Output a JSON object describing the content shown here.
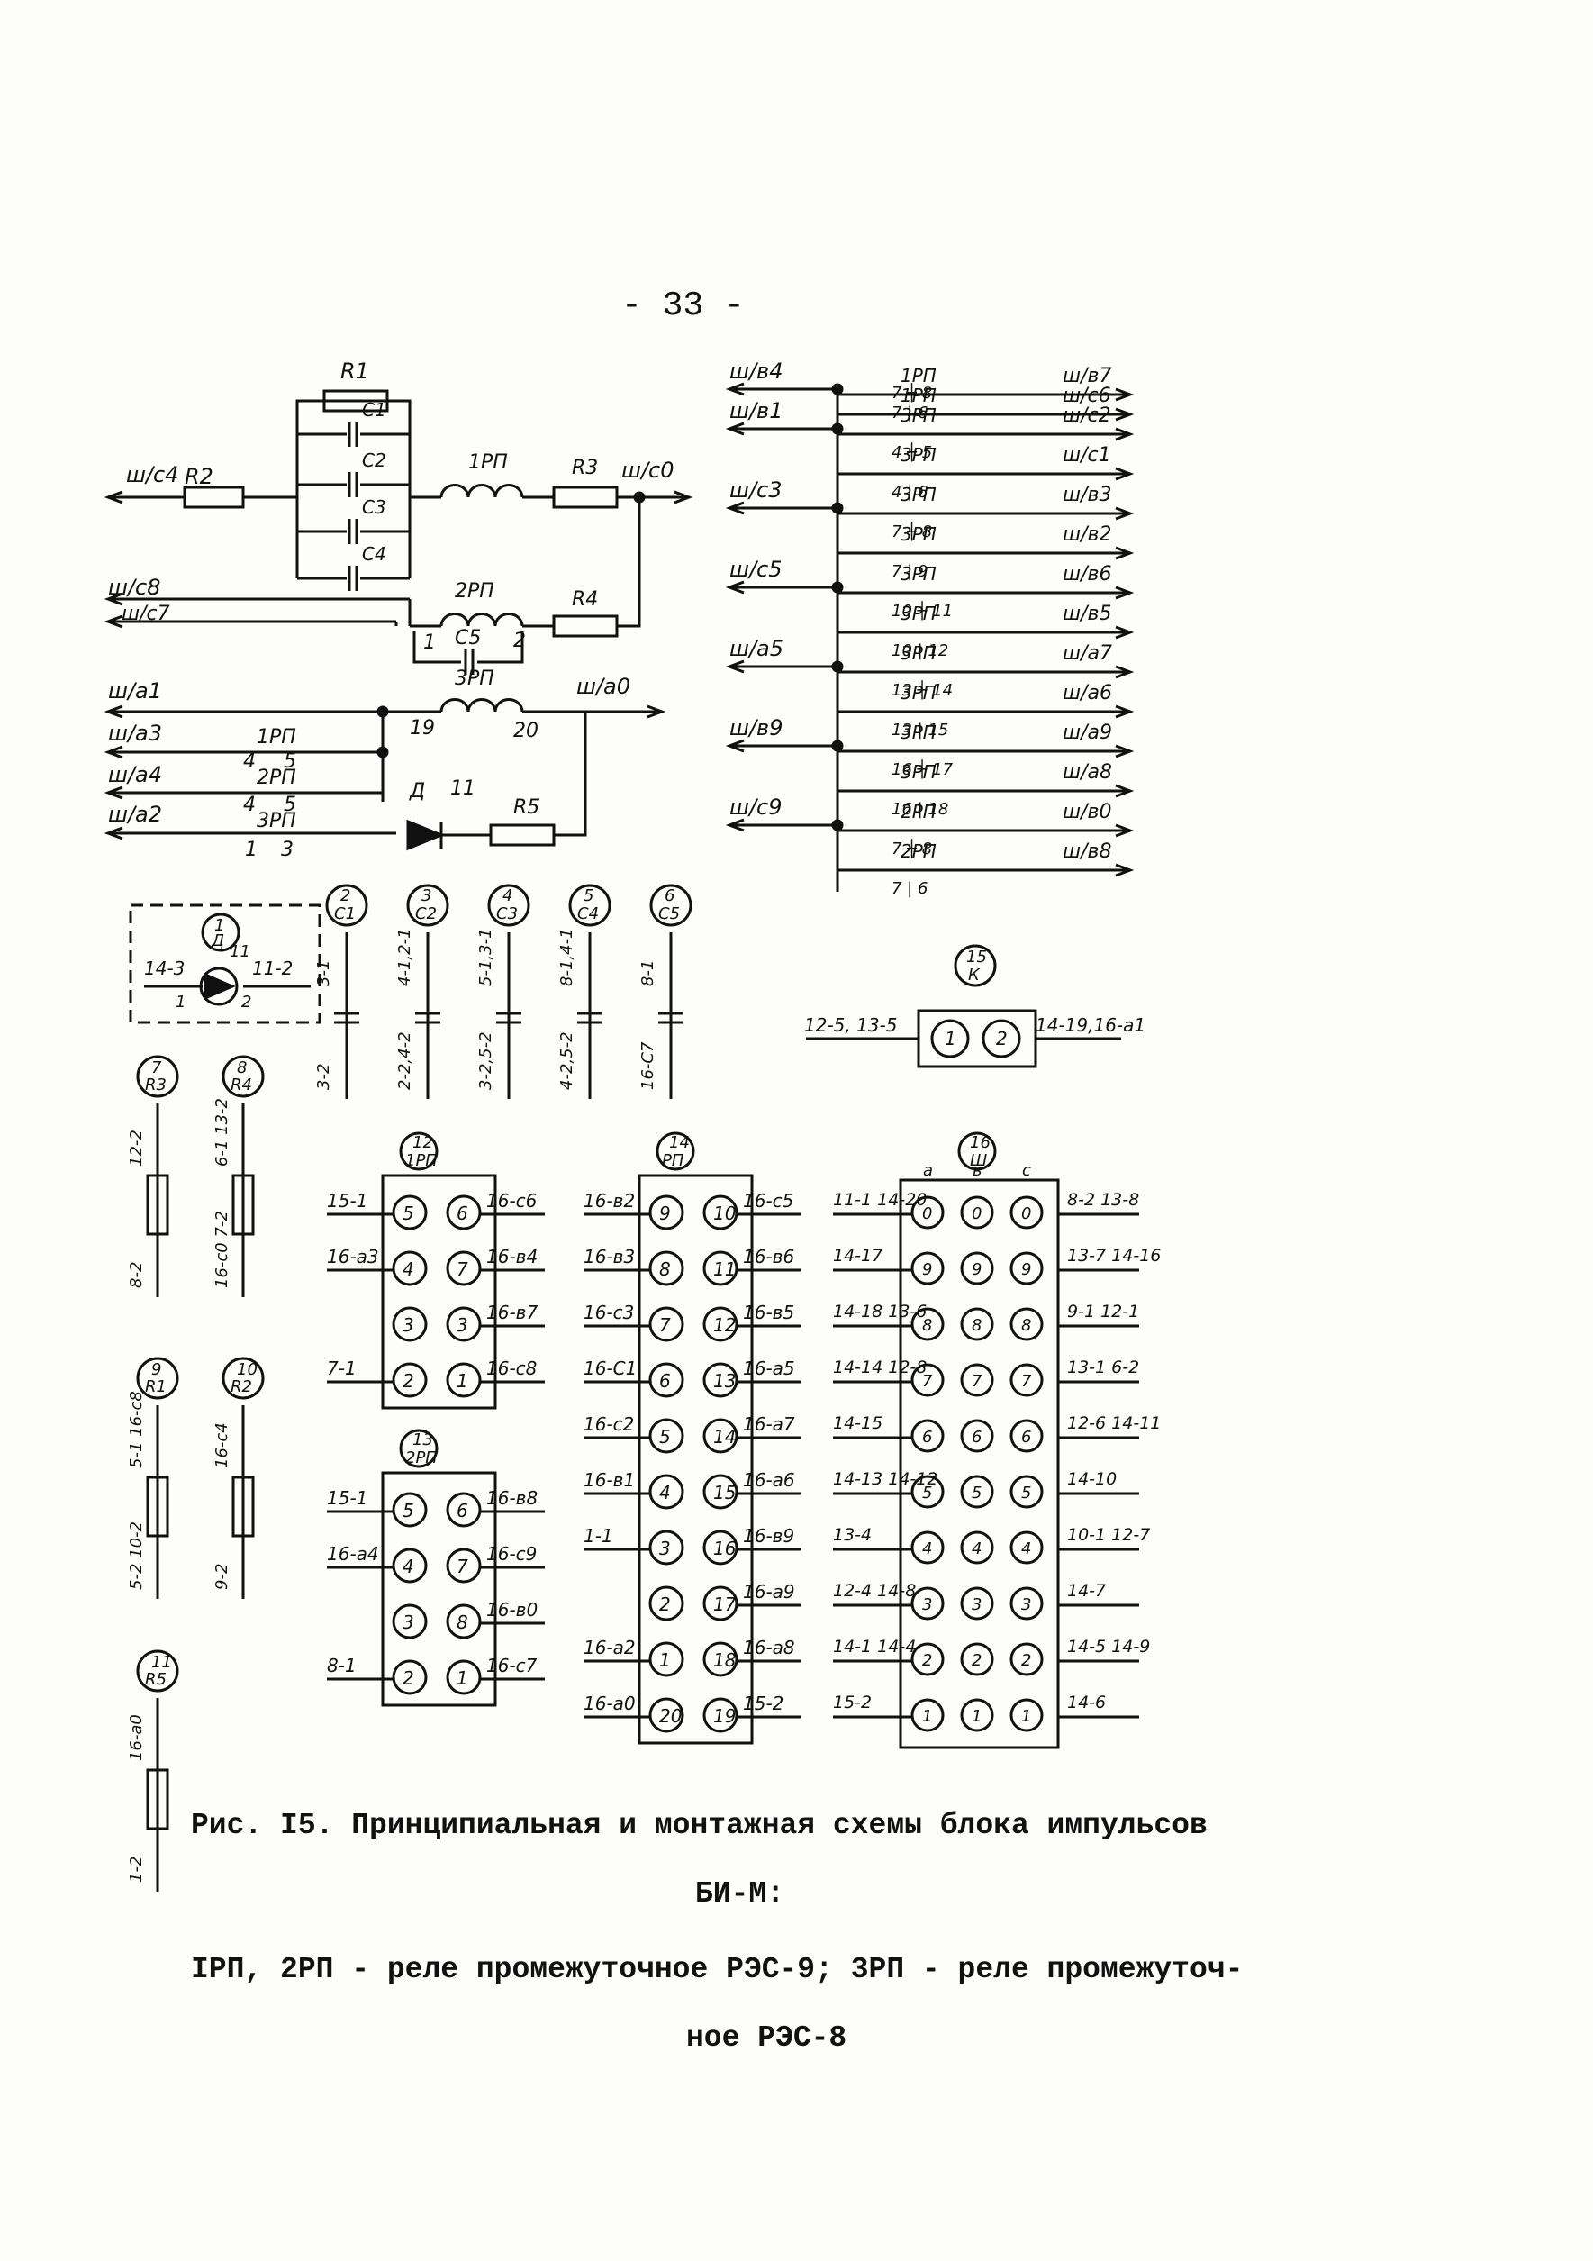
{
  "page_number": "- 33 -",
  "caption": {
    "line1": "Рис. I5. Принципиальная и монтажная схемы блока импульсов",
    "line2": "БИ-М:",
    "line3": "IРП, 2РП - реле промежуточное РЭС-9; 3РП - реле промежуточ-",
    "line4": "ное РЭС-8"
  },
  "schematic": {
    "R1": "R1",
    "R2": "R2",
    "R3": "R3",
    "R4": "R4",
    "R5": "R5",
    "C1": "C1",
    "C2": "C2",
    "C3": "C3",
    "C4": "C4",
    "C5": "C5",
    "rp1": "1РП",
    "rp2": "2РП",
    "rp3": "3РП",
    "w_c4": "ш/c4",
    "w_c0": "ш/c0",
    "w_c8": "ш/c8",
    "w_c7": "ш/c7",
    "w_a1": "ш/a1",
    "w_a0": "ш/a0",
    "w_a3": "ш/a3",
    "w_a4": "ш/a4",
    "w_a2": "ш/a2",
    "pin1": "1",
    "pin2": "2",
    "pin19": "19",
    "pin20": "20",
    "diode": "Д",
    "diode_n": "11",
    "k45": "4",
    "k5": "5",
    "k13": "1",
    "k3": "3",
    "rp1_c": "1РП",
    "rp2_c": "2РП",
    "rp3_c": "3РП"
  },
  "contacts": [
    {
      "left": "ш/в4",
      "rp": "1РП",
      "pins": "7 ┼ 8",
      "right": "ш/в7"
    },
    {
      "left": "",
      "rp": "1РП",
      "pins": "7 | 6",
      "right": "ш/с6"
    },
    {
      "left": "ш/в1",
      "rp": "3РП",
      "pins": "",
      "right": "ш/с2"
    },
    {
      "left": "",
      "rp": "",
      "pins": "4 ┼ 5",
      "right": ""
    },
    {
      "left": "",
      "rp": "3РП",
      "pins": "",
      "right": "ш/с1"
    },
    {
      "left": "",
      "rp": "",
      "pins": "4 | 6",
      "right": ""
    },
    {
      "left": "ш/с3",
      "rp": "3РП",
      "pins": "",
      "right": "ш/в3"
    },
    {
      "left": "",
      "rp": "",
      "pins": "7 ┼ 8",
      "right": ""
    },
    {
      "left": "",
      "rp": "3РП",
      "pins": "",
      "right": "ш/в2"
    },
    {
      "left": "",
      "rp": "",
      "pins": "7 | 9",
      "right": ""
    },
    {
      "left": "ш/с5",
      "rp": "3РП",
      "pins": "",
      "right": "ш/в6"
    },
    {
      "left": "",
      "rp": "",
      "pins": "10 ┼ 11",
      "right": ""
    },
    {
      "left": "",
      "rp": "3РП",
      "pins": "",
      "right": "ш/в5"
    },
    {
      "left": "",
      "rp": "",
      "pins": "10 | 12",
      "right": ""
    },
    {
      "left": "ш/а5",
      "rp": "3РП",
      "pins": "",
      "right": "ш/а7"
    },
    {
      "left": "",
      "rp": "",
      "pins": "13 ┼ 14",
      "right": ""
    },
    {
      "left": "",
      "rp": "3РП",
      "pins": "",
      "right": "ш/а6"
    },
    {
      "left": "",
      "rp": "",
      "pins": "13 | 15",
      "right": ""
    },
    {
      "left": "ш/в9",
      "rp": "3РП",
      "pins": "",
      "right": "ш/а9"
    },
    {
      "left": "",
      "rp": "",
      "pins": "16 ┼ 17",
      "right": ""
    },
    {
      "left": "",
      "rp": "3РП",
      "pins": "",
      "right": "ш/а8"
    },
    {
      "left": "",
      "rp": "",
      "pins": "16 | 18",
      "right": ""
    },
    {
      "left": "ш/с9",
      "rp": "2РП",
      "pins": "",
      "right": "ш/в0"
    },
    {
      "left": "",
      "rp": "",
      "pins": "7 ┼ 8",
      "right": ""
    },
    {
      "left": "",
      "rp": "2РП",
      "pins": "",
      "right": "ш/в8"
    },
    {
      "left": "",
      "rp": "",
      "pins": "7 | 6",
      "right": ""
    }
  ],
  "caps_row": [
    {
      "id": "2",
      "name": "C1",
      "top": "3-1",
      "bot": "3-2"
    },
    {
      "id": "3",
      "name": "C2",
      "top": "4-1,2-1",
      "bot": "2-2,4-2"
    },
    {
      "id": "4",
      "name": "C3",
      "top": "5-1,3-1",
      "bot": "3-2,5-2"
    },
    {
      "id": "5",
      "name": "C4",
      "top": "8-1,4-1",
      "bot": "4-2,5-2"
    },
    {
      "id": "6",
      "name": "C5",
      "top": "8-1",
      "bot": "16-C7"
    }
  ],
  "led_box": {
    "id": "1",
    "name": "Д",
    "left": "14-3",
    "right": "11-2",
    "p1": "1",
    "p2": "2",
    "n": "11"
  },
  "k_box": {
    "id": "15",
    "name": "К",
    "left": "12-5, 13-5",
    "right": "14-19,16-а1",
    "p1": "1",
    "p2": "2"
  },
  "resistors": [
    {
      "id": "7",
      "name": "R3",
      "top": "12-2",
      "bot": "8-2"
    },
    {
      "id": "8",
      "name": "R4",
      "top": "6-1 13-2",
      "bot": "16-c0 7-2"
    },
    {
      "id": "9",
      "name": "R1",
      "top": "5-1 16-c8",
      "bot": "5-2 10-2"
    },
    {
      "id": "10",
      "name": "R2",
      "top": "16-c4",
      "bot": "9-2"
    },
    {
      "id": "11",
      "name": "R5",
      "top": "16-a0",
      "bot": "1-2"
    }
  ],
  "block12": {
    "id": "12",
    "name": "1РП",
    "rows": [
      [
        "15-1",
        "5",
        "6",
        "16-с6"
      ],
      [
        "16-а3",
        "4",
        "7",
        "16-в4"
      ],
      [
        "",
        "3",
        "3",
        "16-в7"
      ],
      [
        "7-1",
        "2",
        "1",
        "16-с8"
      ]
    ]
  },
  "block13": {
    "id": "13",
    "name": "2РП",
    "rows": [
      [
        "15-1",
        "5",
        "6",
        "16-в8"
      ],
      [
        "16-а4",
        "4",
        "7",
        "16-с9"
      ],
      [
        "",
        "3",
        "8",
        "16-в0"
      ],
      [
        "8-1",
        "2",
        "1",
        "16-с7"
      ]
    ]
  },
  "block14": {
    "id": "14",
    "name": "РП",
    "rows": [
      [
        "16-в2",
        "9",
        "10",
        "16-с5"
      ],
      [
        "16-в3",
        "8",
        "11",
        "16-в6"
      ],
      [
        "16-с3",
        "7",
        "12",
        "16-в5"
      ],
      [
        "16-С1",
        "6",
        "13",
        "16-а5"
      ],
      [
        "16-с2",
        "5",
        "14",
        "16-а7"
      ],
      [
        "16-в1",
        "4",
        "15",
        "16-а6"
      ],
      [
        "1-1",
        "3",
        "16",
        "16-в9"
      ],
      [
        "",
        "2",
        "17",
        "16-а9"
      ],
      [
        "16-а2",
        "1",
        "18",
        "16-а8"
      ],
      [
        "16-а0",
        "20",
        "19",
        "15-2"
      ]
    ]
  },
  "block16": {
    "id": "16",
    "name": "Ш",
    "cols": [
      "а",
      "в",
      "с"
    ],
    "rows": [
      [
        "11-1 14-20",
        "0",
        "0",
        "0",
        "8-2 13-8"
      ],
      [
        "14-17",
        "9",
        "9",
        "9",
        "13-7 14-16"
      ],
      [
        "14-18 13-6",
        "8",
        "8",
        "8",
        "9-1 12-1"
      ],
      [
        "14-14 12-8",
        "7",
        "7",
        "7",
        "13-1 6-2"
      ],
      [
        "14-15",
        "6",
        "6",
        "6",
        "12-6 14-11"
      ],
      [
        "14-13 14-12",
        "5",
        "5",
        "5",
        "14-10"
      ],
      [
        "13-4",
        "4",
        "4",
        "4",
        "10-1 12-7"
      ],
      [
        "12-4 14-8",
        "3",
        "3",
        "3",
        "14-7"
      ],
      [
        "14-1 14-4",
        "2",
        "2",
        "2",
        "14-5 14-9"
      ],
      [
        "15-2",
        "1",
        "1",
        "1",
        "14-6"
      ]
    ]
  }
}
